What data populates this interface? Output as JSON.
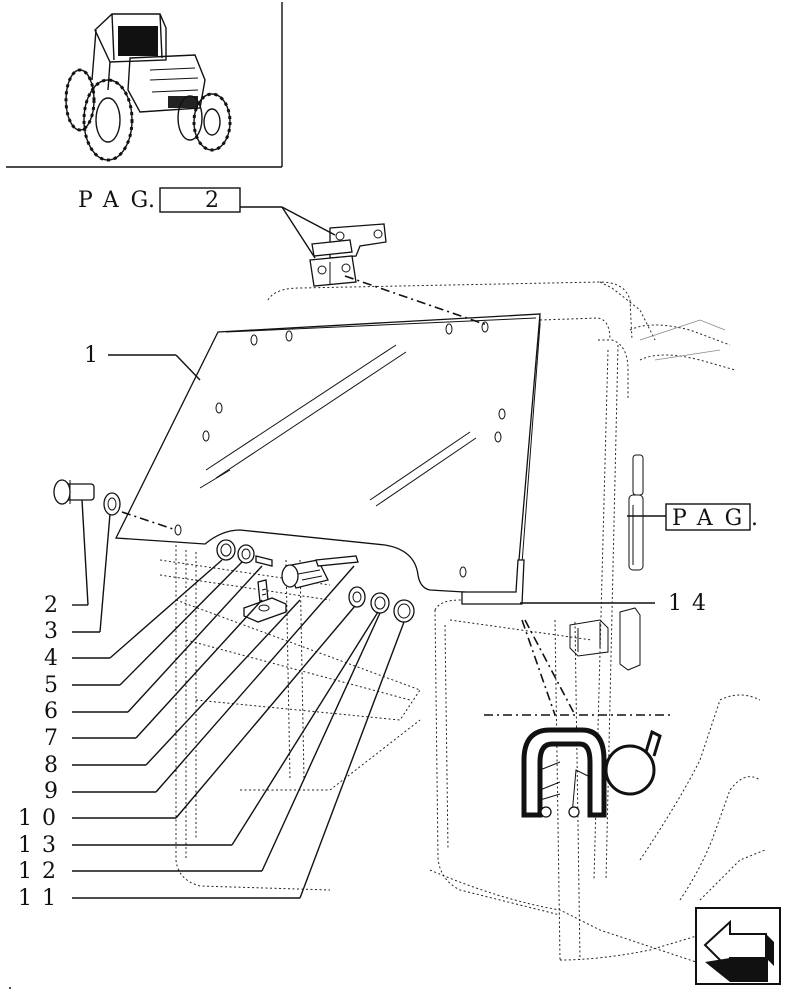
{
  "references": {
    "top": {
      "prefix": "PAG",
      "dot": ".",
      "page": "2"
    },
    "right": {
      "prefix": "PAG",
      "dot": "."
    }
  },
  "callouts": [
    {
      "id": "c1",
      "label": "1"
    },
    {
      "id": "c2",
      "label": "2"
    },
    {
      "id": "c3",
      "label": "3"
    },
    {
      "id": "c4",
      "label": "4"
    },
    {
      "id": "c5",
      "label": "5"
    },
    {
      "id": "c6",
      "label": "6"
    },
    {
      "id": "c7",
      "label": "7"
    },
    {
      "id": "c8",
      "label": "8"
    },
    {
      "id": "c9",
      "label": "9"
    },
    {
      "id": "c10",
      "label": "10"
    },
    {
      "id": "c13",
      "label": "13"
    },
    {
      "id": "c12",
      "label": "12"
    },
    {
      "id": "c11",
      "label": "11"
    },
    {
      "id": "c14",
      "label": "14"
    }
  ],
  "nav": {
    "icon": "arrow-back-icon"
  }
}
